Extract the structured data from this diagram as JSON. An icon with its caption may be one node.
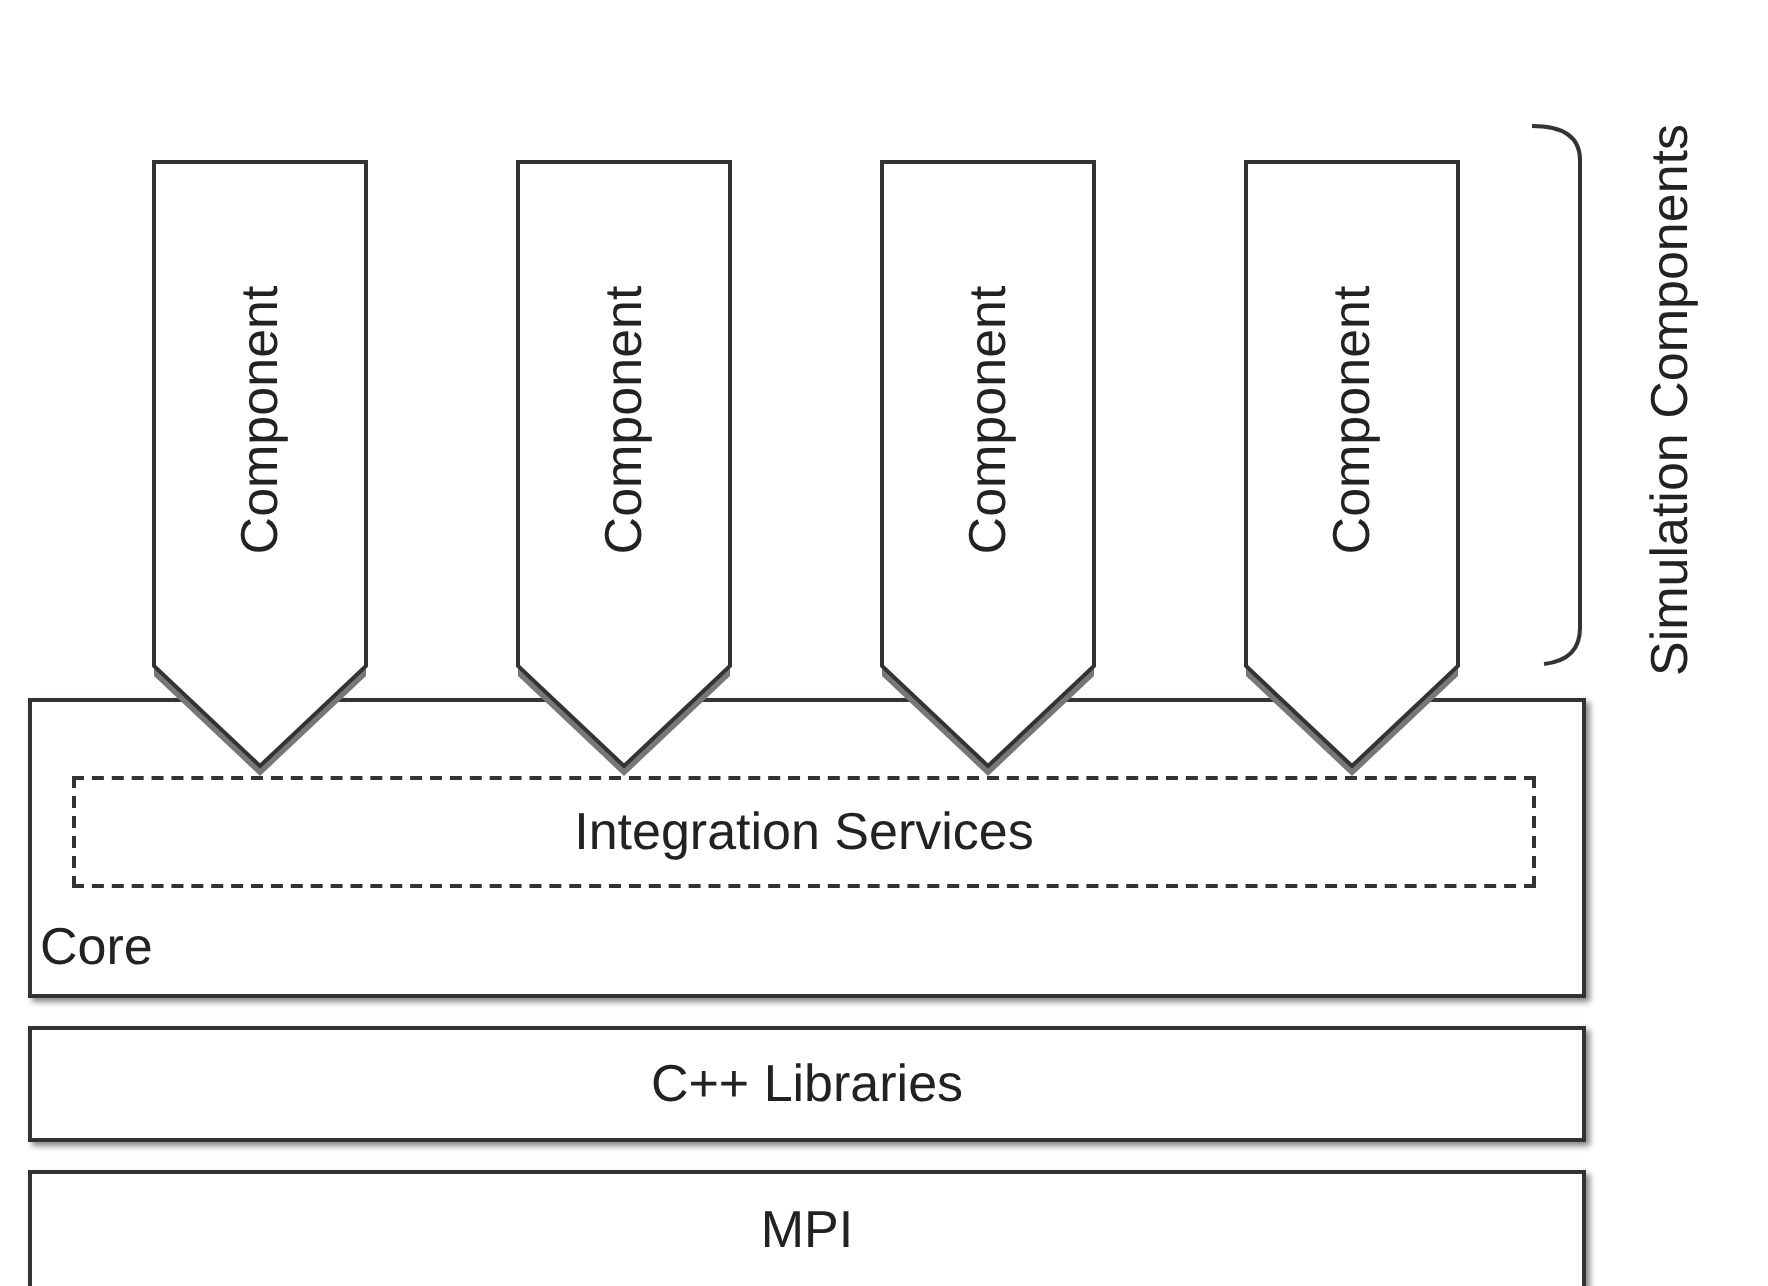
{
  "diagram": {
    "nodes": [
      {
        "text": [
          "Core"
        ]
      },
      {
        "text": [
          "Integration Services"
        ],
        "in": 0
      },
      {
        "text": [
          "Component"
        ]
      },
      {
        "text": [
          "Component"
        ]
      },
      {
        "text": [
          "Component"
        ]
      },
      {
        "text": [
          "Component"
        ]
      },
      {
        "text": [
          "C++ Libraries"
        ]
      },
      {
        "text": [
          "MPI"
        ]
      }
    ],
    "edges": [],
    "labels": [
      "Simulation Components"
    ]
  }
}
